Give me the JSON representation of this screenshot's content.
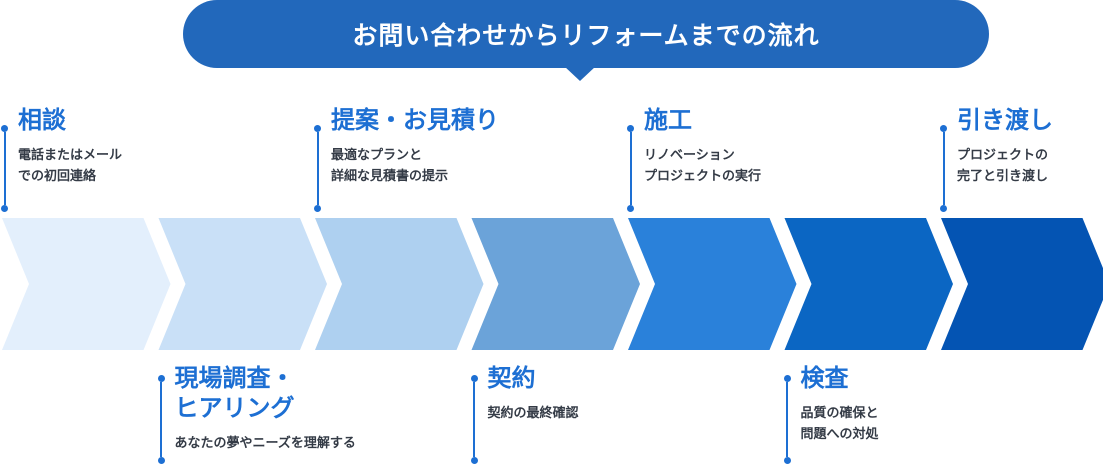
{
  "banner": {
    "title": "お問い合わせからリフォームまでの流れ",
    "bg_color": "#2268bb",
    "text_color": "#ffffff"
  },
  "flow": {
    "type": "process-chevron-flow",
    "direction": "left-to-right",
    "accent_color": "#1d6fd3",
    "heading_color": "#1d6fd3",
    "description_color": "#343b46",
    "steps": [
      {
        "index": 1,
        "heading": "相談",
        "description": "電話またはメール\nでの初回連絡",
        "color": "#e3effc",
        "label_position": "top"
      },
      {
        "index": 2,
        "heading": "現場調査・\nヒアリング",
        "description": "あなたの夢やニーズを理解する",
        "color": "#c9e0f7",
        "label_position": "bottom"
      },
      {
        "index": 3,
        "heading": "提案・お見積り",
        "description": "最適なプランと\n詳細な見積書の提示",
        "color": "#aed0f0",
        "label_position": "top"
      },
      {
        "index": 4,
        "heading": "契約",
        "description": "契約の最終確認",
        "color": "#6ba3d9",
        "label_position": "bottom"
      },
      {
        "index": 5,
        "heading": "施工",
        "description": "リノベーション\nプロジェクトの実行",
        "color": "#2a81da",
        "label_position": "top"
      },
      {
        "index": 6,
        "heading": "検査",
        "description": "品質の確保と\n問題への対処",
        "color": "#0b66c3",
        "label_position": "bottom"
      },
      {
        "index": 7,
        "heading": "引き渡し",
        "description": "プロジェクトの\n完了と引き渡し",
        "color": "#0454b3",
        "label_position": "top"
      }
    ]
  }
}
